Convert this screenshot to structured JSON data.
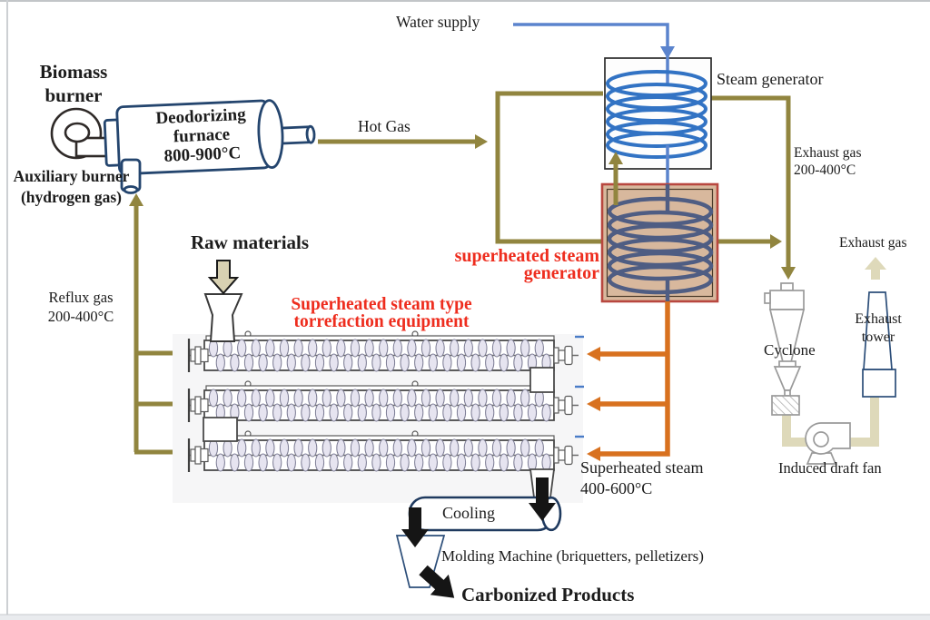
{
  "labels": {
    "water_supply": "Water  supply",
    "biomass_burner": "Biomass\nburner",
    "deodorizing_furnace": "Deodorizing\nfurnace\n800-900°C",
    "auxiliary_burner": "Auxiliary burner\n(hydrogen gas)",
    "hot_gas": "Hot Gas",
    "steam_generator": "Steam generator",
    "exhaust_gas_steam": "Exhaust gas\n200-400°C",
    "superheated_generator": "superheated steam\ngenerator",
    "raw_materials": "Raw materials",
    "reflux_gas": "Reflux gas\n200-400°C",
    "torrefaction_equipment": "Superheated steam type\ntorrefaction equipment",
    "cyclone": "Cyclone",
    "exhaust_gas_tower": "Exhaust gas",
    "exhaust_tower": "Exhaust\ntower",
    "superheated_steam": "Superheated steam\n400-600°C",
    "induced_draft_fan": "Induced draft fan",
    "cooling": "Cooling",
    "molding_machine": "Molding Machine (briquetters, pelletizers)",
    "carbonized_products": "Carbonized Products"
  },
  "colors": {
    "pipe_olive": "#91853f",
    "pipe_orange": "#d8711f",
    "pipe_blue": "#5b84cd",
    "coil_blue": "#3273c4",
    "coil_slate": "#4f5d83",
    "pipe_pale": "#ded9ba",
    "red_label": "#ee2d1e",
    "tan_fill": "#d8b89d",
    "red_border": "#b8473f",
    "navy": "#24456e",
    "gray_outline": "#9a9a9a",
    "text": "#1c1c1c"
  },
  "icons": [
    "biomass-burner-icon",
    "deodorizing-furnace-icon",
    "auxiliary-burner-nozzle-icon",
    "steam-generator-coil-icon",
    "superheated-steam-generator-coil-icon",
    "screw-conveyor-icon",
    "raw-materials-hopper-icon",
    "cyclone-icon",
    "exhaust-tower-icon",
    "induced-draft-fan-icon",
    "cooling-cylinder-icon",
    "molding-hopper-icon",
    "down-arrow-icon",
    "flow-arrow-icon"
  ]
}
